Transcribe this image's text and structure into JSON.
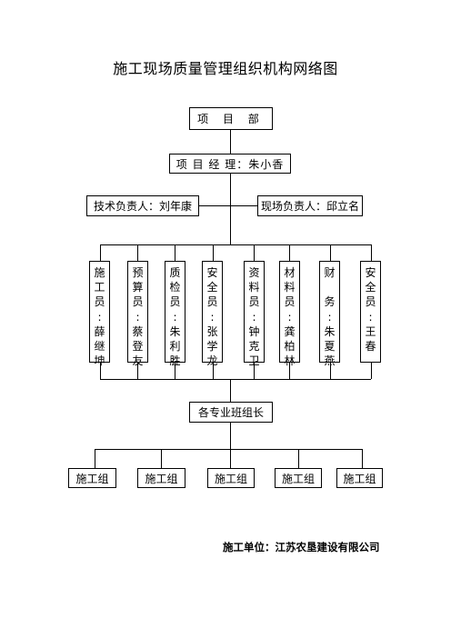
{
  "title": "施工现场质量管理组织机构网络图",
  "nodes": {
    "project_dept": "项 目 部",
    "project_manager": "项 目 经 理：朱小香",
    "tech_lead": "技术负责人：刘年康",
    "site_lead": "现场负责人：邱立名",
    "staff": [
      {
        "role": "施工员",
        "name": "薛继坤"
      },
      {
        "role": "预算员",
        "name": "蔡登友"
      },
      {
        "role": "质检员",
        "name": "朱利胜"
      },
      {
        "role": "安全员",
        "name": "张学龙"
      },
      {
        "role": "资料员",
        "name": "钟克卫"
      },
      {
        "role": "材料员",
        "name": "龚柏林"
      },
      {
        "role": "财务",
        "name": "朱夏燕"
      },
      {
        "role": "安全员",
        "name": "王春"
      }
    ],
    "team_leaders": "各专业班组长",
    "groups": [
      "施工组",
      "施工组",
      "施工组",
      "施工组",
      "施工组"
    ]
  },
  "footer": "施工单位：江苏农垦建设有限公司"
}
